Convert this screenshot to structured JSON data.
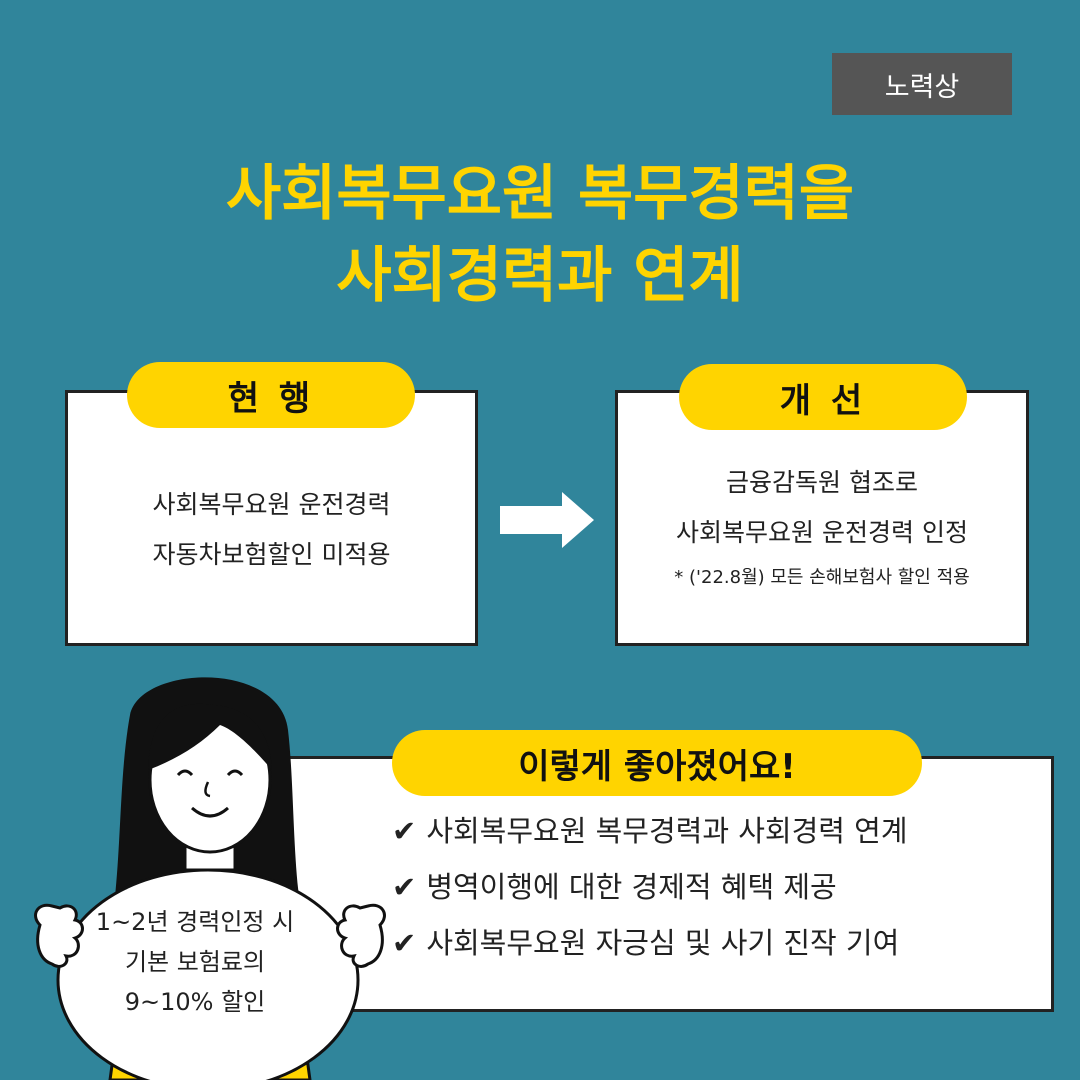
{
  "badge": "노력상",
  "title": {
    "line1": "사회복무요원 복무경력을",
    "line2": "사회경력과 연계"
  },
  "current": {
    "label": "현 행",
    "line1": "사회복무요원 운전경력",
    "line2": "자동차보험할인 미적용"
  },
  "improved": {
    "label": "개 선",
    "line1": "금융감독원 협조로",
    "line2": "사회복무요원 운전경력 인정",
    "note": "* ('22.8월) 모든 손해보험사 할인 적용"
  },
  "benefits": {
    "label": "이렇게 좋아졌어요!",
    "items": [
      "사회복무요원 복무경력과 사회경력 연계",
      "병역이행에 대한 경제적 혜택 제공",
      "사회복무요원 자긍심 및 사기 진작 기여"
    ]
  },
  "sign": {
    "line1": "1~2년 경력인정 시",
    "line2": "기본 보험료의",
    "line3": "9~10% 할인"
  },
  "colors": {
    "background": "#30859b",
    "accent": "#ffd400",
    "badge": "#555555"
  }
}
